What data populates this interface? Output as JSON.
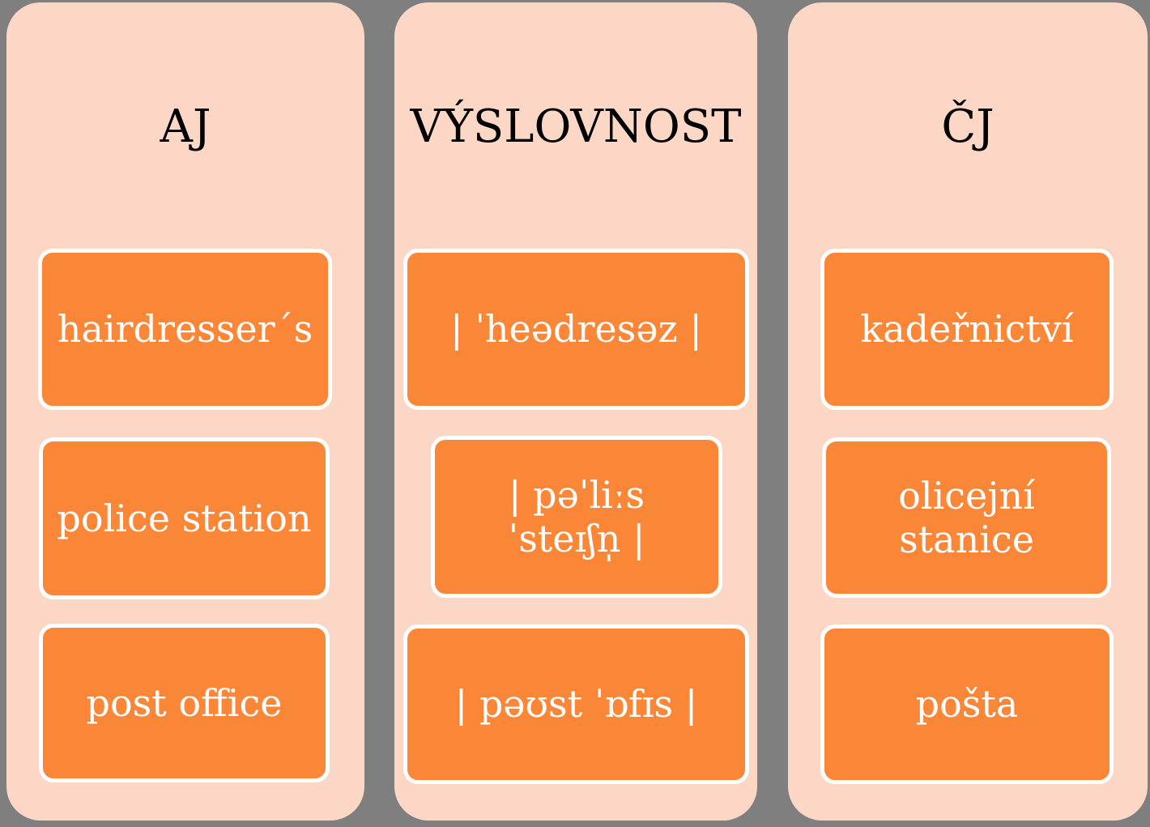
{
  "colors": {
    "background": "#7F7F7F",
    "panel": "#FDD7C6",
    "card_fill": "#FA8638",
    "card_border": "#FFFFFF",
    "header_text": "#000000",
    "card_text": "#FFFFFF"
  },
  "columns": [
    {
      "header": "AJ",
      "cards": [
        {
          "text": "hairdresser´s"
        },
        {
          "text": "police station"
        },
        {
          "text": "post office"
        }
      ]
    },
    {
      "header": "VÝSLOVNOST",
      "cards": [
        {
          "text": "| ˈheədresəz |"
        },
        {
          "text": "| pəˈliːs\nˈsteɪʃn̩ |"
        },
        {
          "text": "| pəʊst ˈɒfɪs |"
        }
      ]
    },
    {
      "header": "ČJ",
      "cards": [
        {
          "text": "kadeřnictví"
        },
        {
          "text": "olicejní\nstanice"
        },
        {
          "text": "pošta"
        }
      ]
    }
  ]
}
